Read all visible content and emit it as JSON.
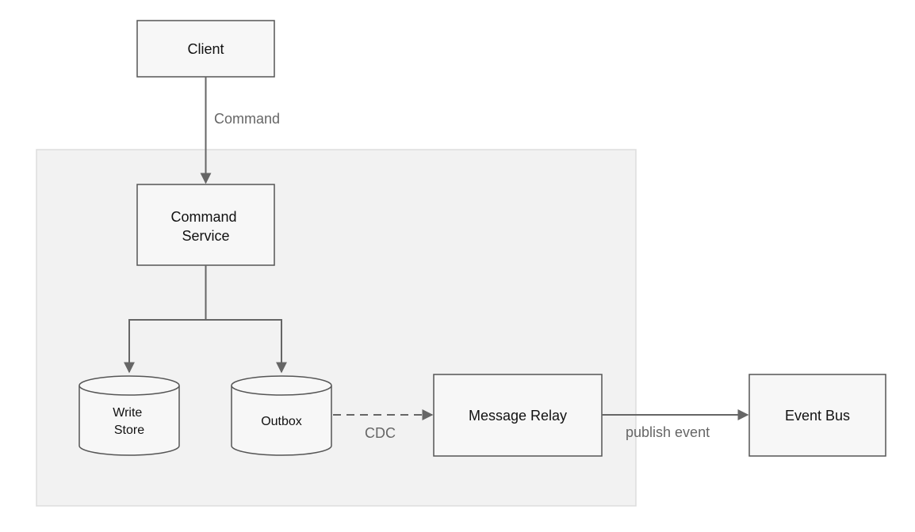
{
  "nodes": {
    "client": {
      "label": "Client"
    },
    "command_service": {
      "label_line1": "Command",
      "label_line2": "Service"
    },
    "write_store": {
      "label_line1": "Write",
      "label_line2": "Store"
    },
    "outbox": {
      "label": "Outbox"
    },
    "message_relay": {
      "label": "Message Relay"
    },
    "event_bus": {
      "label": "Event Bus"
    }
  },
  "edges": {
    "client_to_command_service": {
      "label": "Command"
    },
    "outbox_to_relay": {
      "label": "CDC",
      "style": "dashed"
    },
    "relay_to_event_bus": {
      "label": "publish event"
    },
    "command_service_to_write_store": {
      "label": ""
    },
    "command_service_to_outbox": {
      "label": ""
    }
  },
  "colors": {
    "boundary_fill": "#f2f2f2",
    "boundary_stroke": "#dddddd",
    "node_fill": "#f7f7f7",
    "node_stroke": "#555555",
    "edge_color": "#666666",
    "label_color": "#666666"
  }
}
